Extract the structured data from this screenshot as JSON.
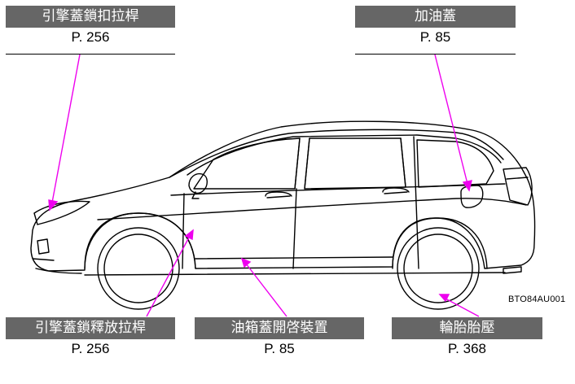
{
  "callouts": {
    "hood_lock_lever": {
      "label": "引擎蓋鎖扣拉桿",
      "page": "P. 256"
    },
    "fuel_door": {
      "label": "加油蓋",
      "page": "P. 85"
    },
    "hood_release_lever": {
      "label": "引擎蓋鎖釋放拉桿",
      "page": "P. 256"
    },
    "fuel_door_opener": {
      "label": "油箱蓋開啓裝置",
      "page": "P. 85"
    },
    "tire_pressure": {
      "label": "輪胎胎壓",
      "page": "P. 368"
    }
  },
  "image_code": "BTO84AU001",
  "colors": {
    "label_bg": "#666666",
    "label_text": "#ffffff",
    "leader": "#ee00ee",
    "line_art": "#000000"
  }
}
